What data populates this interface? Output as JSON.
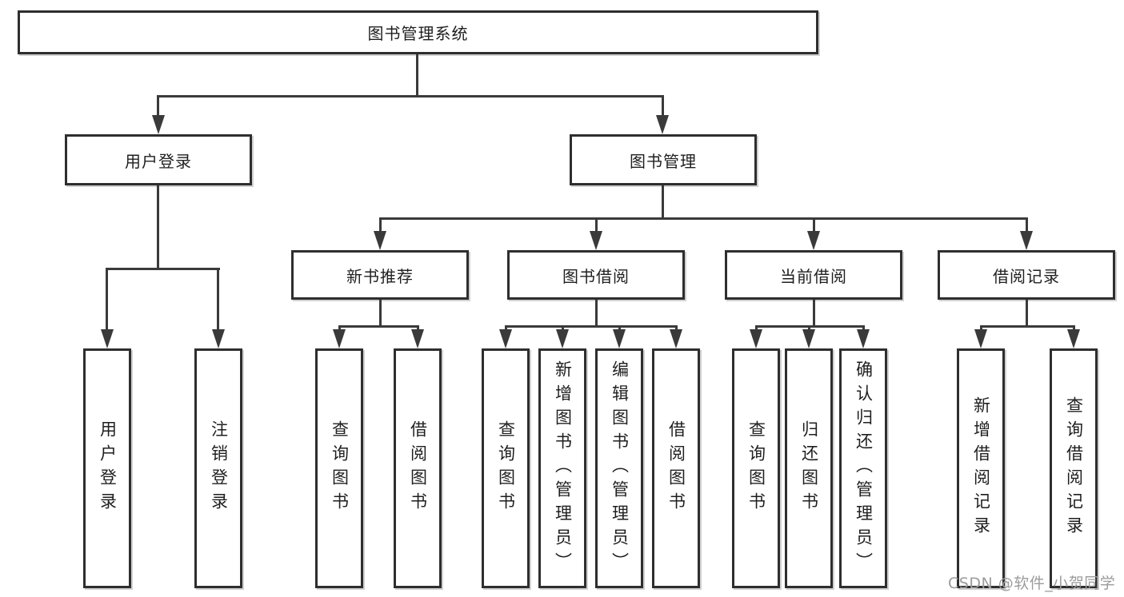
{
  "tree": {
    "root": "图书管理系统",
    "user": {
      "label": "用户登录",
      "children": [
        "用户登录",
        "注销登录"
      ]
    },
    "mgmt": {
      "label": "图书管理",
      "sections": [
        {
          "label": "新书推荐",
          "children": [
            "查询图书",
            "借阅图书"
          ]
        },
        {
          "label": "图书借阅",
          "children": [
            "查询图书",
            "新增图书（管理员）",
            "编辑图书（管理员）",
            "借阅图书"
          ]
        },
        {
          "label": "当前借阅",
          "children": [
            "查询图书",
            "归还图书",
            "确认归还（管理员）"
          ]
        },
        {
          "label": "借阅记录",
          "children": [
            "新增借阅记录",
            "查询借阅记录"
          ]
        }
      ]
    }
  },
  "watermark": "CSDN @软件_小贺同学",
  "colors": {
    "line": "#3a3a3a",
    "box_border": "#2e2e2e",
    "text": "#1f1f1f",
    "watermark": "#9c9c9c",
    "background": "#ffffff"
  }
}
